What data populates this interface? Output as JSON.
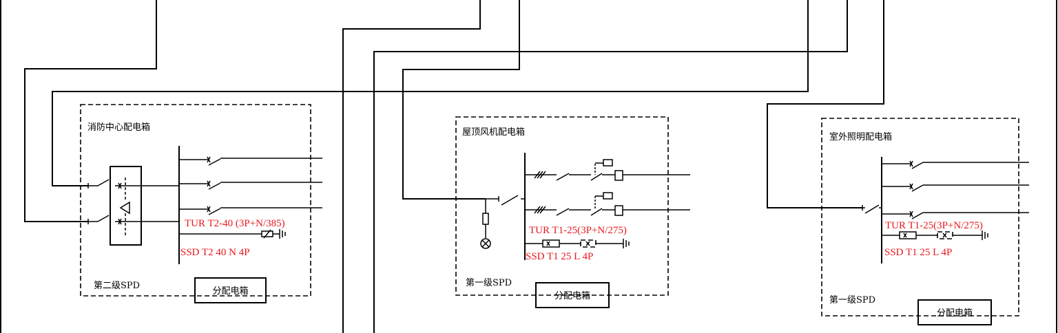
{
  "panels": {
    "fire_center": {
      "title": "消防中心配电箱",
      "spd_level": "第二级SPD",
      "spd_model": "TUR T2-40 (3P+N/385)",
      "fuse_model": "SSD T2 40 N 4P",
      "box_label": "分配电箱"
    },
    "roof_fan": {
      "title": "屋顶风机配电箱",
      "spd_level": "第一级SPD",
      "spd_model": "TUR T1-25(3P+N/275)",
      "fuse_model": "SSD T1 25 L 4P",
      "box_label": "分配电箱"
    },
    "outdoor_light": {
      "title": "室外照明配电箱",
      "spd_level": "第一级SPD",
      "spd_model": "TUR T1-25(3P+N/275)",
      "fuse_model": "SSD T1 25 L 4P",
      "box_label": "分配电箱"
    }
  },
  "colors": {
    "line": "#000000",
    "annotation": "#e8181e"
  }
}
